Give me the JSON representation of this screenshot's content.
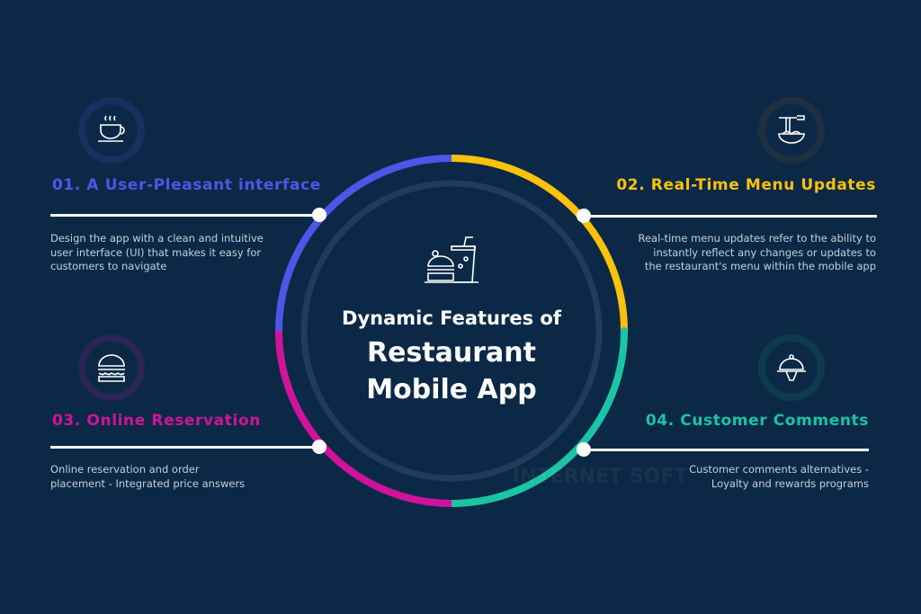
{
  "title": {
    "line1": "Dynamic Features of",
    "line2": "Restaurant",
    "line3": "Mobile App"
  },
  "colors": {
    "background": "#0b2947",
    "blue": "#4f55e6",
    "yellow": "#fcc10a",
    "teal": "#1bc4a5",
    "magenta": "#d0139a"
  },
  "features": [
    {
      "heading": "01. A User-Pleasant interface",
      "text": "Design the app with a clean and intuitive user interface (UI) that makes it easy for customers to navigate",
      "icon": "coffee-cup-icon"
    },
    {
      "heading": "02. Real-Time Menu Updates",
      "text": "Real-time menu updates refer to the ability to instantly reflect any changes or updates to the restaurant's menu within the mobile app",
      "icon": "noodle-bowl-icon"
    },
    {
      "heading": "03. Online Reservation",
      "text": "Online reservation and order placement - Integrated price answers",
      "icon": "burger-icon"
    },
    {
      "heading": "04. Customer Comments",
      "text": "Customer comments alternatives - Loyalty and rewards programs",
      "icon": "cloche-icon"
    }
  ],
  "watermark": "INTERNET SOFT"
}
